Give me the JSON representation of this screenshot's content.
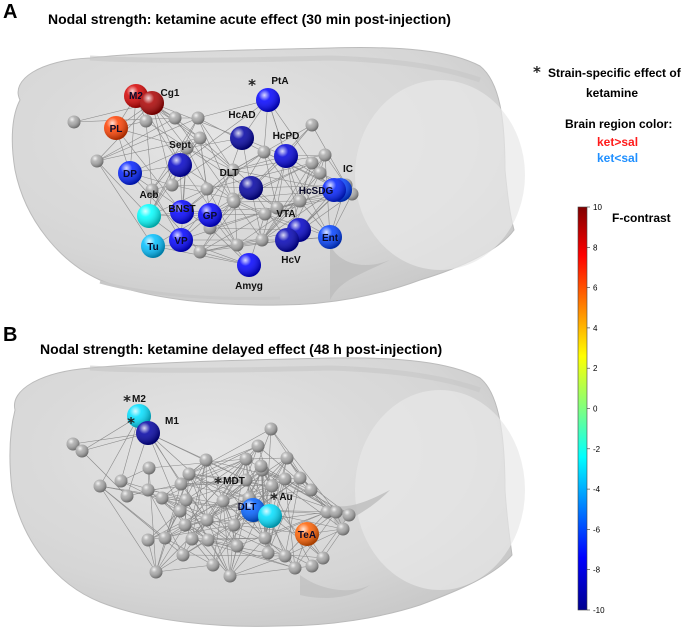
{
  "panel_a": {
    "letter": "A",
    "title": "Nodal strength: ketamine acute effect (30 min post-injection)",
    "labeled_nodes": [
      {
        "label": "M2",
        "f": 8,
        "starred": false
      },
      {
        "label": "Cg1",
        "f": 9,
        "starred": false
      },
      {
        "label": "PL",
        "f": 6,
        "starred": false
      },
      {
        "label": "PtA",
        "f": -7,
        "starred": true
      },
      {
        "label": "HcAD",
        "f": -9.5,
        "starred": false
      },
      {
        "label": "HcPD",
        "f": -8,
        "starred": false
      },
      {
        "label": "Sept",
        "f": -8.5,
        "starred": false
      },
      {
        "label": "DP",
        "f": -6.5,
        "starred": false
      },
      {
        "label": "DLT",
        "f": -9.5,
        "starred": false
      },
      {
        "label": "IC",
        "f": -6,
        "starred": false
      },
      {
        "label": "HcSDG",
        "f": -6.5,
        "starred": false
      },
      {
        "label": "Acb",
        "f": -3,
        "starred": false
      },
      {
        "label": "BNST",
        "f": -7,
        "starred": false
      },
      {
        "label": "GP",
        "f": -7,
        "starred": false
      },
      {
        "label": "VTA",
        "f": -8.5,
        "starred": false
      },
      {
        "label": "Tu",
        "f": -4,
        "starred": false
      },
      {
        "label": "VP",
        "f": -7,
        "starred": false
      },
      {
        "label": "HcV",
        "f": -9,
        "starred": false
      },
      {
        "label": "Ent",
        "f": -6,
        "starred": false
      },
      {
        "label": "Amyg",
        "f": -7,
        "starred": false
      }
    ]
  },
  "panel_b": {
    "letter": "B",
    "title": "Nodal strength: ketamine delayed effect (48 h post-injection)",
    "labeled_nodes": [
      {
        "label": "M2",
        "f": -3.5,
        "starred": true
      },
      {
        "label": "M1",
        "f": -9.5,
        "starred": true
      },
      {
        "label": "MDT",
        "f": null,
        "starred": true
      },
      {
        "label": "DLT",
        "f": -5.5,
        "starred": false
      },
      {
        "label": "Au",
        "f": -3.5,
        "starred": true
      },
      {
        "label": "TeA",
        "f": 5.5,
        "starred": false
      }
    ]
  },
  "legend": {
    "star_symbol": "*",
    "star_note": "Strain-specific effect of ketamine",
    "star_note_line1": "Strain-specific effect of",
    "star_note_line2": "ketamine",
    "color_heading": "Brain region color:",
    "increase_label": "ket>sal",
    "increase_color": "#ff1a1a",
    "decrease_label": "ket<sal",
    "decrease_color": "#1f8fff"
  },
  "colorbar": {
    "title": "F-contrast",
    "min": -10,
    "max": 10,
    "ticks": [
      "10",
      "8",
      "6",
      "4",
      "2",
      "0",
      "-2",
      "-4",
      "-6",
      "-8",
      "-10"
    ]
  },
  "node_color_unlabeled": "#a8a8a8"
}
